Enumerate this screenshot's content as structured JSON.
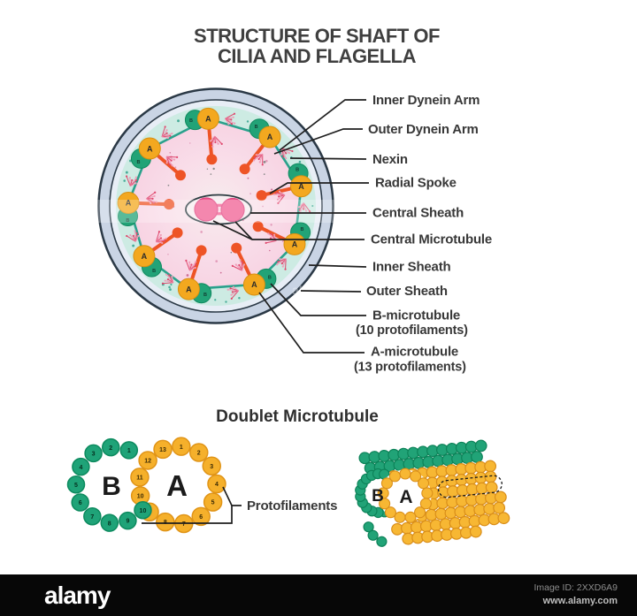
{
  "title": {
    "line1": "STRUCTURE OF SHAFT OF",
    "line2": "CILIA AND FLAGELLA"
  },
  "callouts": [
    {
      "text": "Inner Dynein Arm"
    },
    {
      "text": "Outer Dynein Arm"
    },
    {
      "text": "Nexin"
    },
    {
      "text": "Radial Spoke"
    },
    {
      "text": "Central Sheath"
    },
    {
      "text": "Central Microtubule"
    },
    {
      "text": "Inner Sheath"
    },
    {
      "text": "Outer Sheath"
    },
    {
      "text": "B-microtubule",
      "sub": "(10 protofilaments)"
    },
    {
      "text": "A-microtubule",
      "sub": "(13 protofilaments)"
    }
  ],
  "main_diagram": {
    "a_letter": "A",
    "b_letter": "B"
  },
  "section2": {
    "title": "Doublet Microtubule",
    "pointer_label": "Protofilaments"
  },
  "cross_section": {
    "a_label": "A",
    "b_label": "B",
    "a_numbers": [
      "1",
      "2",
      "3",
      "4",
      "5",
      "6",
      "7",
      "8",
      "9",
      "10",
      "11",
      "12",
      "13"
    ],
    "b_numbers": [
      "1",
      "2",
      "3",
      "4",
      "5",
      "6",
      "7",
      "8",
      "9",
      "10"
    ]
  },
  "doublet_3d": {
    "a_label": "A",
    "b_label": "B"
  },
  "footer": {
    "logo": "alamy",
    "image_id": "Image ID: 2XXD6A9",
    "url": "www.alamy.com"
  },
  "colors": {
    "a_tubule": "#f3a81f",
    "b_tubule": "#22a377",
    "spoke": "#ee5426",
    "central_pair": "#f15f93",
    "outer_band": "#c9d4e4",
    "inner_band": "#cdebe3",
    "pink_core": "#f8dce8",
    "nexin": "#2aa18c"
  }
}
